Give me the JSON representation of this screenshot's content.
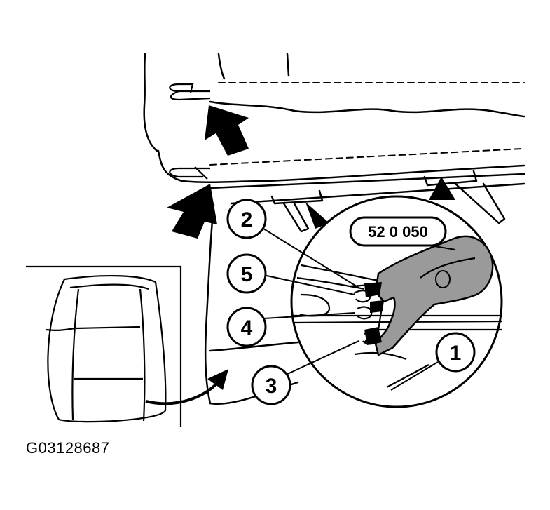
{
  "diagram": {
    "figure_id": "G03128687",
    "tool_number": "52 0 050",
    "callouts": [
      "1",
      "2",
      "3",
      "4",
      "5"
    ],
    "colors": {
      "ink": "#000000",
      "paper": "#ffffff",
      "tool_fill": "#9a9a9a"
    }
  }
}
